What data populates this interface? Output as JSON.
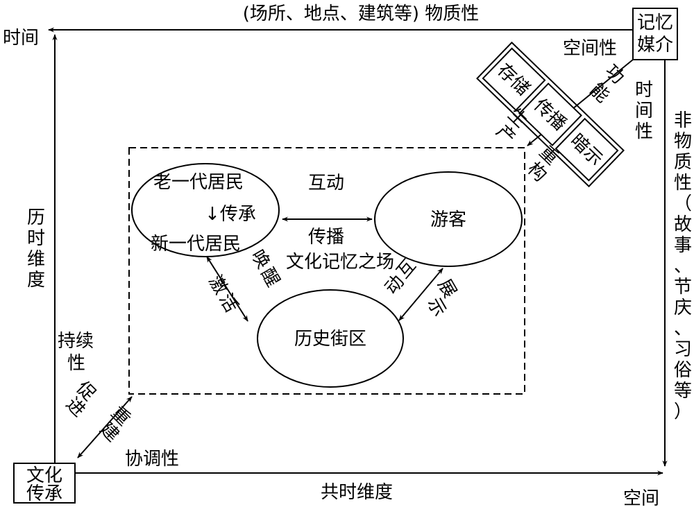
{
  "corners": {
    "memory_media": [
      "记忆",
      "媒介"
    ],
    "cultural_inheritance": [
      "文化",
      "传承"
    ]
  },
  "axes": {
    "top_axis_label": "(场所、地点、建筑等) 物质性",
    "top_axis_end": "时间",
    "bottom_axis_label": "共时维度",
    "bottom_axis_end": "空间",
    "left_axis_label": [
      "历",
      "时",
      "维",
      "度"
    ],
    "right_axis_label": [
      "非",
      "物",
      "质",
      "性",
      "（",
      "故",
      "事",
      "、",
      "节",
      "庆",
      "、",
      "习",
      "俗",
      "等",
      "）"
    ]
  },
  "media_properties": {
    "spatiality": "空间性",
    "temporality": [
      "时",
      "间",
      "性"
    ]
  },
  "functions": {
    "label": [
      "功",
      "能"
    ],
    "items": [
      "存储",
      "传播",
      "暗示"
    ],
    "produce": [
      "生",
      "产"
    ],
    "reconstruct": [
      "重",
      "构"
    ]
  },
  "inheritance_properties": {
    "sustainability": [
      "持续",
      "性"
    ],
    "coordination": "协调性",
    "promote": [
      "促",
      "进"
    ],
    "rebuild": [
      "重",
      "建"
    ]
  },
  "field": {
    "label": "文化记忆之场",
    "residents": {
      "old": "老一代居民",
      "transmit": "↓传承",
      "new": "新一代居民"
    },
    "tourists": "游客",
    "district": "历史街区",
    "interaction_top": "互动",
    "propagation": "传播",
    "awaken": [
      "唤",
      "醒"
    ],
    "activate": [
      "激",
      "活"
    ],
    "interaction_right": [
      "互",
      "动"
    ],
    "display": [
      "展",
      "示"
    ]
  }
}
